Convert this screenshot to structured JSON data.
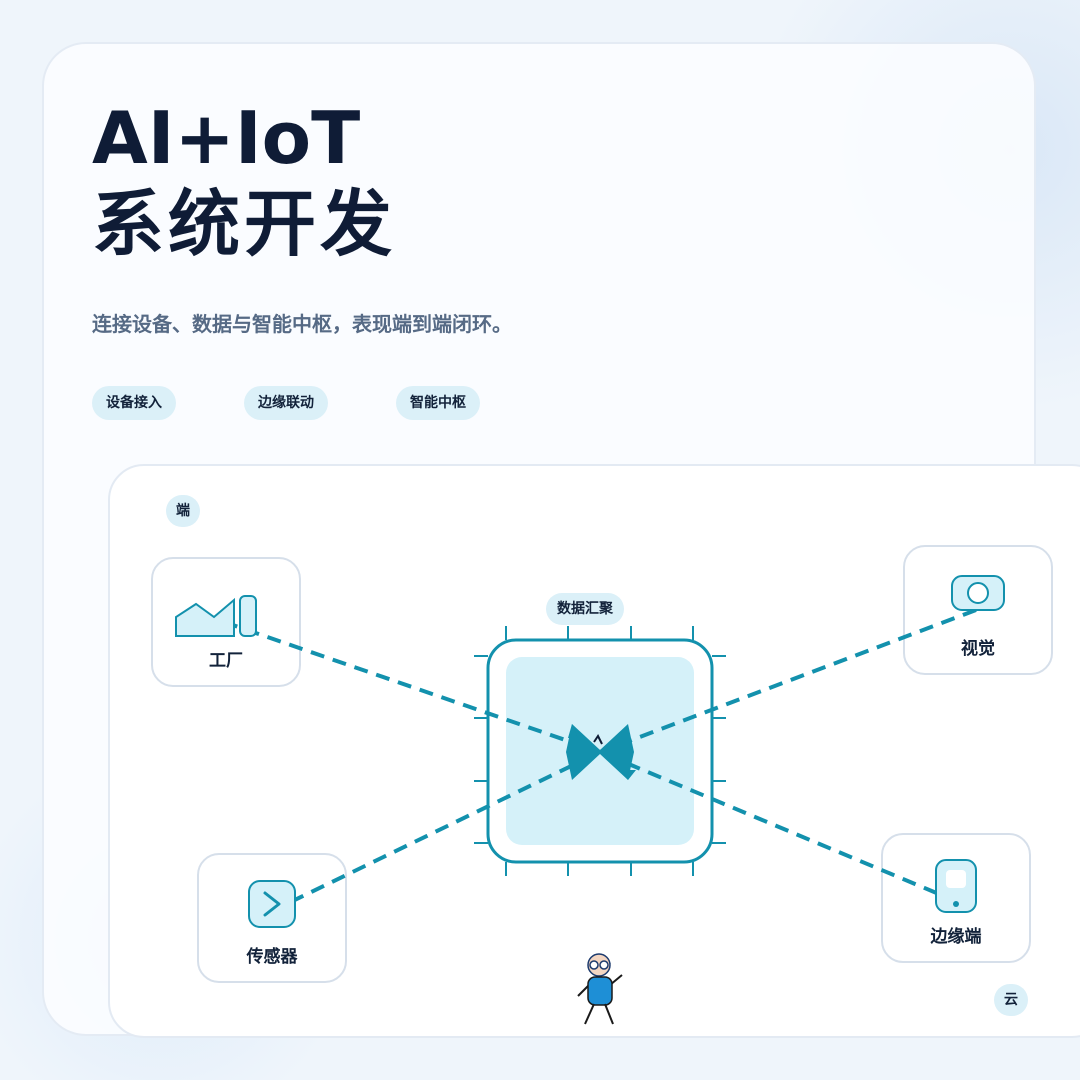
{
  "title_line1": "AI+IoT",
  "title_line2": "系统开发",
  "subtitle": "连接设备、数据与智能中枢，表现端到端闭环。",
  "tags": [
    "设备接入",
    "边缘联动",
    "智能中枢"
  ],
  "diagram": {
    "corner_label_top": "端",
    "corner_label_bottom": "云",
    "hub_label": "数据汇聚",
    "nodes": {
      "factory": {
        "label": "工厂",
        "icon": "factory-icon"
      },
      "vision": {
        "label": "视觉",
        "icon": "camera-icon"
      },
      "sensor": {
        "label": "传感器",
        "icon": "sensor-icon"
      },
      "edge": {
        "label": "边缘端",
        "icon": "edge-device-icon"
      }
    }
  },
  "colors": {
    "accent": "#1391ad",
    "accent_light": "#d5f1f9",
    "title": "#0f1c36",
    "subtitle": "#566a85",
    "tag_bg": "#dbf0f8",
    "character_body": "#1e8fd6"
  }
}
